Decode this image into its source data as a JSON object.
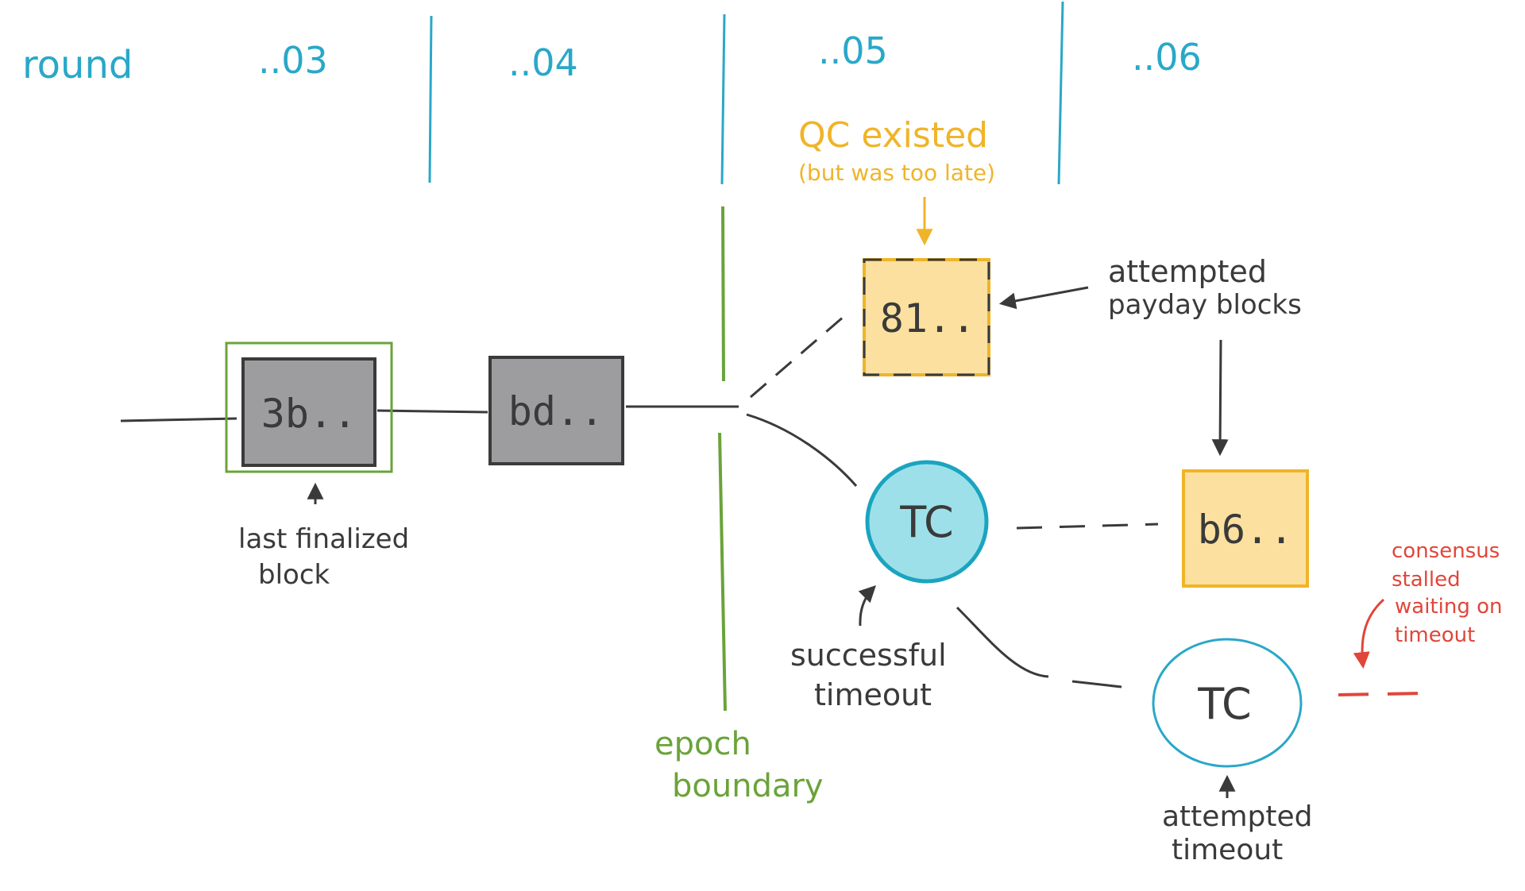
{
  "rounds": {
    "label": "round",
    "r03": "..03",
    "r04": "..04",
    "r05": "..05",
    "r06": "..06"
  },
  "blocks": {
    "b3b": "3b..",
    "bd": "bd..",
    "b81": "81..",
    "b6": "b6.."
  },
  "tc": {
    "successful": "TC",
    "attempted": "TC"
  },
  "annotations": {
    "qc_line1": "QC existed",
    "qc_line2": "(but was too late)",
    "payday_line1": "attempted",
    "payday_line2": "payday blocks",
    "last_finalized_line1": "last finalized",
    "last_finalized_line2": "block",
    "successful_timeout_line1": "successful",
    "successful_timeout_line2": "timeout",
    "epoch_line1": "epoch",
    "epoch_line2": "boundary",
    "attempted_timeout_line1": "attempted",
    "attempted_timeout_line2": "timeout",
    "stalled_line1": "consensus",
    "stalled_line2": "stalled",
    "stalled_line3": "waiting on",
    "stalled_line4": "timeout"
  },
  "colors": {
    "teal": "#29a8c8",
    "green": "#6aa33a",
    "orange": "#f0b428",
    "orange_fill": "#fbe0a0",
    "grey_fill": "#9d9d9f",
    "dark": "#3a3a3a",
    "tc_fill": "#9de0ea",
    "red": "#e0463a"
  }
}
